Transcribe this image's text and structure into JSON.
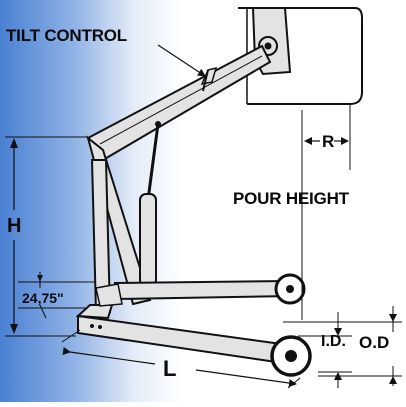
{
  "labels": {
    "tilt_control": "TILT CONTROL",
    "r": "R",
    "pour_height": "POUR HEIGHT",
    "h": "H",
    "angle_height": "24,75\"",
    "id": "I.D.",
    "od": "O.D",
    "l": "L"
  },
  "colors": {
    "background_gradient_start": "#4a80d2",
    "background_gradient_end": "#ffffff",
    "frame_fill": "#e3e3e3",
    "outline": "#111111"
  }
}
